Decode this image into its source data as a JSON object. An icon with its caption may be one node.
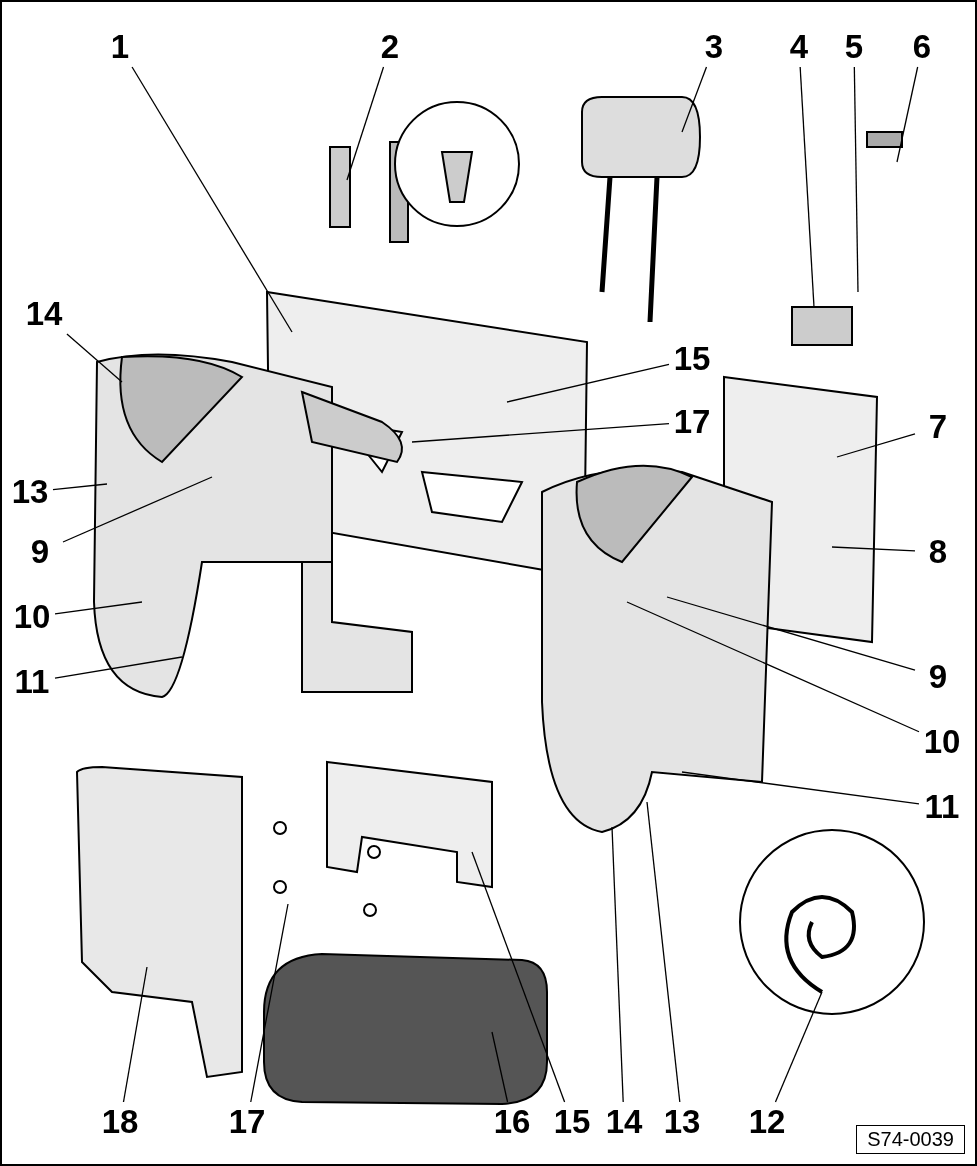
{
  "diagram": {
    "nodes": [
      {
        "text": [
          "1"
        ]
      },
      {
        "text": [
          "2"
        ]
      },
      {
        "text": [
          "3"
        ]
      },
      {
        "text": [
          "4"
        ]
      },
      {
        "text": [
          "5"
        ]
      },
      {
        "text": [
          "6"
        ]
      },
      {
        "text": [
          "14"
        ]
      },
      {
        "text": [
          "15"
        ]
      },
      {
        "text": [
          "17"
        ]
      },
      {
        "text": [
          "7"
        ]
      },
      {
        "text": [
          "13"
        ]
      },
      {
        "text": [
          "9"
        ]
      },
      {
        "text": [
          "8"
        ]
      },
      {
        "text": [
          "10"
        ]
      },
      {
        "text": [
          "9"
        ]
      },
      {
        "text": [
          "11"
        ]
      },
      {
        "text": [
          "10"
        ]
      },
      {
        "text": [
          "11"
        ]
      },
      {
        "text": [
          "18"
        ]
      },
      {
        "text": [
          "17"
        ]
      },
      {
        "text": [
          "16"
        ]
      },
      {
        "text": [
          "15"
        ]
      },
      {
        "text": [
          "14"
        ]
      },
      {
        "text": [
          "13"
        ]
      },
      {
        "text": [
          "12"
        ]
      }
    ],
    "edges": [
      {
        "from": 0,
        "to": null,
        "arrow": "none"
      },
      {
        "from": 1,
        "to": null,
        "arrow": "none"
      },
      {
        "from": 2,
        "to": null,
        "arrow": "none"
      },
      {
        "from": 3,
        "to": null,
        "arrow": "none"
      },
      {
        "from": 4,
        "to": null,
        "arrow": "none"
      },
      {
        "from": 5,
        "to": null,
        "arrow": "none"
      },
      {
        "from": 6,
        "to": null,
        "arrow": "none"
      },
      {
        "from": 7,
        "to": null,
        "arrow": "none"
      },
      {
        "from": 8,
        "to": null,
        "arrow": "none"
      },
      {
        "from": 9,
        "to": null,
        "arrow": "none"
      },
      {
        "from": 10,
        "to": null,
        "arrow": "none"
      },
      {
        "from": 11,
        "to": null,
        "arrow": "none"
      },
      {
        "from": 12,
        "to": null,
        "arrow": "none"
      },
      {
        "from": 13,
        "to": null,
        "arrow": "none"
      },
      {
        "from": 14,
        "to": null,
        "arrow": "none"
      },
      {
        "from": 15,
        "to": null,
        "arrow": "none"
      },
      {
        "from": 16,
        "to": null,
        "arrow": "none"
      },
      {
        "from": 17,
        "to": null,
        "arrow": "none"
      },
      {
        "from": 18,
        "to": null,
        "arrow": "none"
      },
      {
        "from": 19,
        "to": null,
        "arrow": "none"
      },
      {
        "from": 20,
        "to": null,
        "arrow": "none"
      },
      {
        "from": 21,
        "to": null,
        "arrow": "none"
      },
      {
        "from": 22,
        "to": null,
        "arrow": "none"
      },
      {
        "from": 23,
        "to": null,
        "arrow": "none"
      },
      {
        "from": 24,
        "to": null,
        "arrow": "none"
      }
    ],
    "labels": [
      "S74-0039"
    ]
  }
}
